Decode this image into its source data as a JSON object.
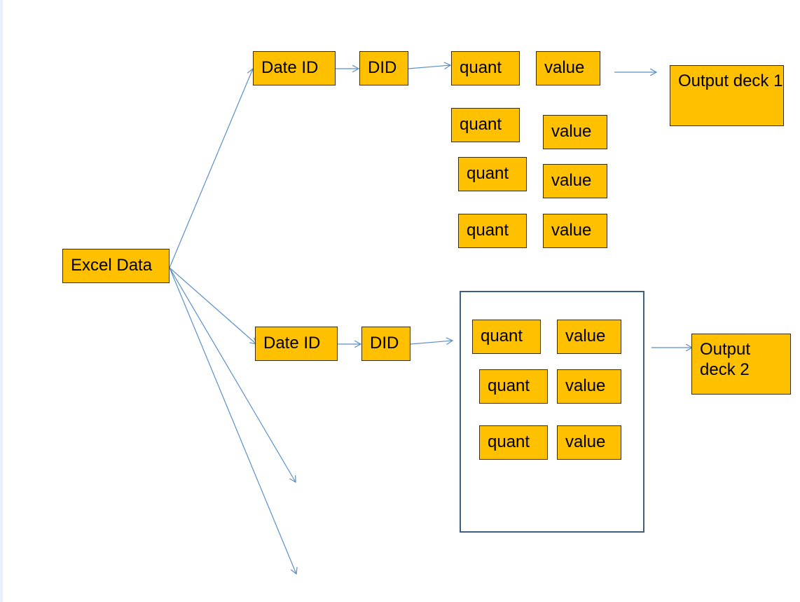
{
  "colors": {
    "box_fill": "#ffc000",
    "box_border": "#3a2e05",
    "arrow": "#5b8fc8",
    "group_border": "#3f5e80",
    "left_strip": "#eaf1fb"
  },
  "nodes": {
    "excel_data": "Excel Data",
    "date_id_1": "Date ID",
    "did_1": "DID",
    "quant_1a": "quant",
    "value_1a": "value",
    "quant_1b": "quant",
    "value_1b": "value",
    "quant_1c": "quant",
    "value_1c": "value",
    "quant_1d": "quant",
    "value_1d": "value",
    "output_1": "Output deck 1",
    "date_id_2": "Date ID",
    "did_2": "DID",
    "quant_2a": "quant",
    "value_2a": "value",
    "quant_2b": "quant",
    "value_2b": "value",
    "quant_2c": "quant",
    "value_2c": "value",
    "output_2": "Output deck 2"
  }
}
